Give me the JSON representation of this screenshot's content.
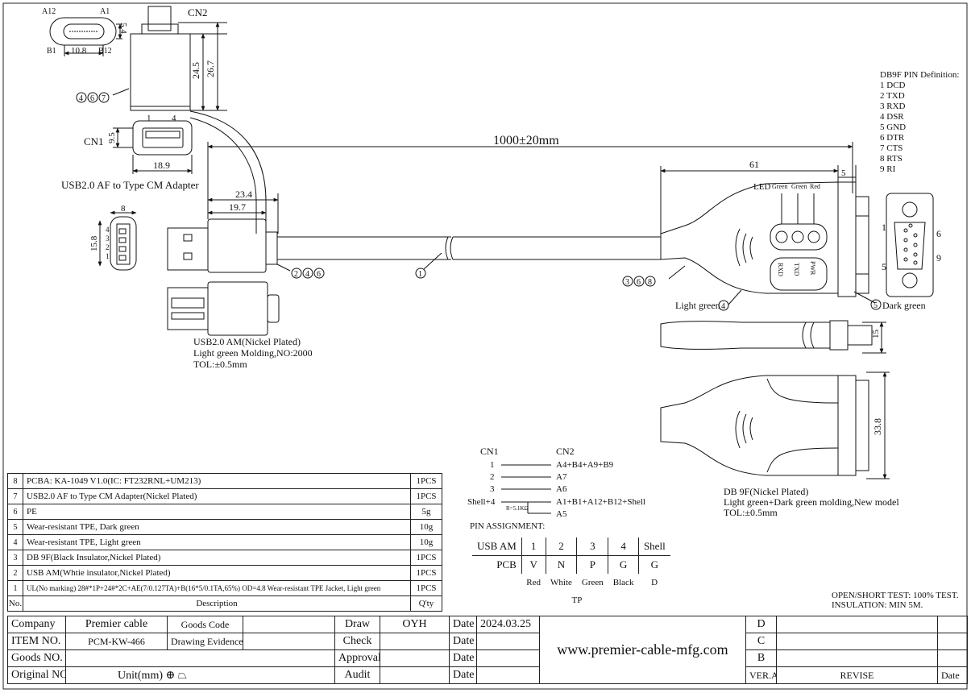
{
  "dims": {
    "typec_width": "10.8",
    "typec_height": "5.4",
    "cn2_h1": "24.5",
    "cn2_h2": "26.7",
    "cn1_w": "18.9",
    "cn1_h": "9.5",
    "usbam_w1": "23.4",
    "usbam_w2": "19.7",
    "rec_w": "8",
    "rec_h": "15.8",
    "cable_length": "1000±20mm",
    "db9_len": "61",
    "db9_flange": "5",
    "db9_side": "15",
    "db9_width": "33.8"
  },
  "pins": {
    "a12": "A12",
    "a1": "A1",
    "b1": "B1",
    "b12": "B12",
    "cn1_1": "1",
    "cn1_4": "4",
    "rec": [
      "4",
      "3",
      "2",
      "1"
    ],
    "db9_1": "1",
    "db9_5": "5",
    "db9_6": "6",
    "db9_9": "9"
  },
  "labels": {
    "cn1": "CN1",
    "cn2": "CN2",
    "usb_af_adapter": "USB2.0 AF to Type CM Adapter",
    "usbam_caption": [
      "USB2.0 AM(Nickel Plated)",
      "Light green Molding,NO:2000",
      "TOL:±0.5mm"
    ],
    "db9_caption": [
      "DB 9F(Nickel Plated)",
      "Light green+Dark green molding,New model",
      "TOL:±0.5mm"
    ],
    "led": "LED",
    "led_colors": [
      "Green",
      "Green",
      "Red"
    ],
    "led_marks": [
      "PWR",
      "TXD",
      "RXD"
    ],
    "light_green": "Light green",
    "dark_green": "Dark green",
    "callout_467": [
      "4",
      "6",
      "7"
    ],
    "callout_246": [
      "2",
      "4",
      "6"
    ],
    "callout_1": "1",
    "callout_368": [
      "3",
      "6",
      "8"
    ],
    "callout_4": "4",
    "callout_5": "5"
  },
  "db9_definition": {
    "title": "DB9F PIN Definition:",
    "items": [
      "1 DCD",
      "2 TXD",
      "3 RXD",
      "4 DSR",
      "5 GND",
      "6 DTR",
      "7 CTS",
      "8 RTS",
      "9 RI"
    ]
  },
  "wiring": {
    "cn1": "CN1",
    "cn2": "CN2",
    "rows": [
      {
        "left": "1",
        "right": "A4+B4+A9+B9"
      },
      {
        "left": "2",
        "right": "A7"
      },
      {
        "left": "3",
        "right": "A6"
      },
      {
        "left": "Shell+4",
        "right": "A1+B1+A12+B12+Shell"
      },
      {
        "left": "",
        "right": "A5"
      }
    ],
    "resistor": "R=5.1KΩ",
    "pin_assignment": "PIN ASSIGNMENT:"
  },
  "pinmap": {
    "header": [
      "USB AM",
      "1",
      "2",
      "3",
      "4",
      "Shell"
    ],
    "row": [
      "PCB",
      "V",
      "N",
      "P",
      "G",
      "G"
    ],
    "colors": [
      "",
      "Red",
      "White",
      "Green",
      "Black",
      "D"
    ],
    "tp": "TP"
  },
  "bom": [
    {
      "no": "8",
      "desc": "PCBA: KA-1049 V1.0(IC: FT232RNL+UM213)",
      "qty": "1PCS"
    },
    {
      "no": "7",
      "desc": "USB2.0 AF to Type CM Adapter(Nickel Plated)",
      "qty": "1PCS"
    },
    {
      "no": "6",
      "desc": "PE",
      "qty": "5g"
    },
    {
      "no": "5",
      "desc": "Wear-resistant TPE, Dark green",
      "qty": "10g"
    },
    {
      "no": "4",
      "desc": "Wear-resistant TPE, Light green",
      "qty": "10g"
    },
    {
      "no": "3",
      "desc": "DB 9F(Black Insulator,Nickel Plated)",
      "qty": "1PCS"
    },
    {
      "no": "2",
      "desc": "USB AM(Whtie insulator,Nickel Plated)",
      "qty": "1PCS"
    },
    {
      "no": "1",
      "desc": "UL(No marking) 28#*1P+24#*2C+AE(7/0.127TA)+B(16*5/0.1TA,65%) OD=4.8 Wear-resistant TPE Jacket, Light green",
      "qty": "1PCS"
    }
  ],
  "bom_header": {
    "no": "No.",
    "desc": "Description",
    "qty": "Q'ty"
  },
  "notes": [
    "OPEN/SHORT TEST: 100% TEST.",
    "INSULATION: MIN 5M."
  ],
  "title_block": {
    "company_label": "Company",
    "company": "Premier cable",
    "goods_code_label": "Goods Code",
    "item_label": "ITEM NO.",
    "item": "PCM-KW-466",
    "drawing_evidence": "Drawing Evidence",
    "goods_no_label": "Goods NO.",
    "original_no_label": "Original NO.",
    "unit": "Unit(mm)",
    "draw_label": "Draw",
    "draw": "OYH",
    "check_label": "Check",
    "approval_label": "Approval",
    "audit_label": "Audit",
    "date_label": "Date",
    "date": "2024.03.25",
    "website": "www.premier-cable-mfg.com",
    "rev_d": "D",
    "rev_c": "C",
    "rev_b": "B",
    "ver": "VER.A",
    "revise": "REVISE",
    "rev_date": "Date"
  }
}
